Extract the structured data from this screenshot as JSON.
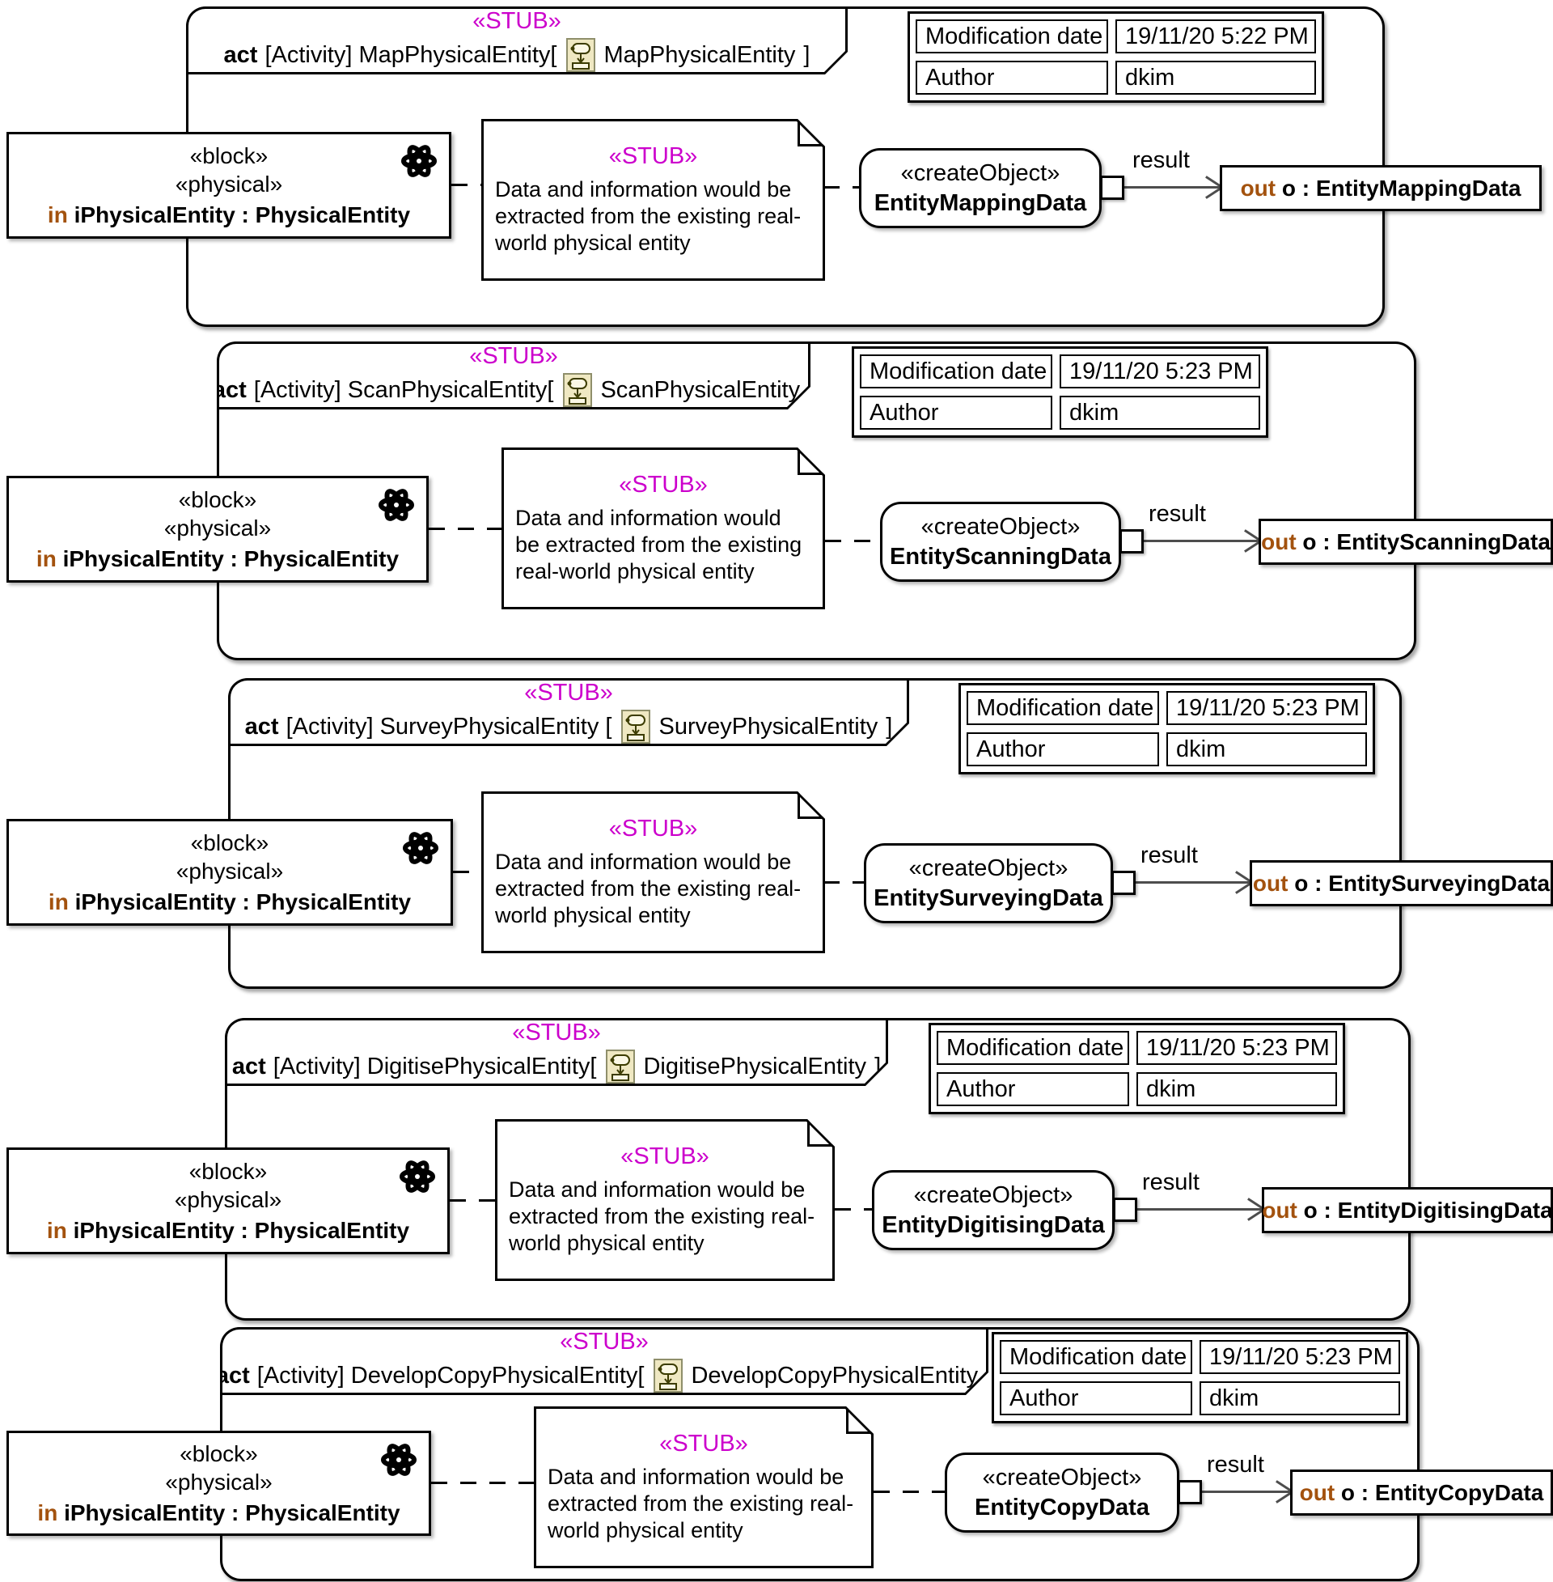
{
  "colors": {
    "stub_magenta": "#CC00CC",
    "direction_keyword_brown": "#A3520E",
    "flow_line_gray": "#4D4D4D",
    "icon_tan": "#EFE8C2"
  },
  "frames": [
    {
      "stub": "«STUB»",
      "title": {
        "keyword": "act",
        "body": "[Activity] MapPhysicalEntity[",
        "diagram": "MapPhysicalEntity",
        "close": "]"
      },
      "info": {
        "mod_label": "Modification date",
        "mod_value": "19/11/20 5:22 PM",
        "author_label": "Author",
        "author_value": "dkim"
      },
      "param_in": {
        "stereotype1": "«block»",
        "stereotype2": "«physical»",
        "direction": "in",
        "name": "iPhysicalEntity : PhysicalEntity"
      },
      "note": {
        "stereotype": "«STUB»",
        "text": "Data and information would be extracted from the existing real-world physical entity"
      },
      "action": {
        "stereotype": "«createObject»",
        "name": "EntityMappingData"
      },
      "flow": {
        "label": "result"
      },
      "param_out": {
        "direction": "out",
        "name": "o : EntityMappingData"
      }
    },
    {
      "stub": "«STUB»",
      "title": {
        "keyword": "act",
        "body": "[Activity] ScanPhysicalEntity[",
        "diagram": "ScanPhysicalEntity",
        "close": "]"
      },
      "info": {
        "mod_label": "Modification date",
        "mod_value": "19/11/20 5:23 PM",
        "author_label": "Author",
        "author_value": "dkim"
      },
      "param_in": {
        "stereotype1": "«block»",
        "stereotype2": "«physical»",
        "direction": "in",
        "name": "iPhysicalEntity : PhysicalEntity"
      },
      "note": {
        "stereotype": "«STUB»",
        "text": "Data and information would be extracted from the existing real-world physical entity"
      },
      "action": {
        "stereotype": "«createObject»",
        "name": "EntityScanningData"
      },
      "flow": {
        "label": "result"
      },
      "param_out": {
        "direction": "out",
        "name": "o : EntityScanningData"
      }
    },
    {
      "stub": "«STUB»",
      "title": {
        "keyword": "act",
        "body": "[Activity] SurveyPhysicalEntity [",
        "diagram": "SurveyPhysicalEntity",
        "close": "]"
      },
      "info": {
        "mod_label": "Modification date",
        "mod_value": "19/11/20 5:23 PM",
        "author_label": "Author",
        "author_value": "dkim"
      },
      "param_in": {
        "stereotype1": "«block»",
        "stereotype2": "«physical»",
        "direction": "in",
        "name": "iPhysicalEntity : PhysicalEntity"
      },
      "note": {
        "stereotype": "«STUB»",
        "text": "Data and information would be extracted from the existing real-world physical entity"
      },
      "action": {
        "stereotype": "«createObject»",
        "name": "EntitySurveyingData"
      },
      "flow": {
        "label": "result"
      },
      "param_out": {
        "direction": "out",
        "name": "o : EntitySurveyingData"
      }
    },
    {
      "stub": "«STUB»",
      "title": {
        "keyword": "act",
        "body": "[Activity] DigitisePhysicalEntity[",
        "diagram": "DigitisePhysicalEntity",
        "close": "]"
      },
      "info": {
        "mod_label": "Modification date",
        "mod_value": "19/11/20 5:23 PM",
        "author_label": "Author",
        "author_value": "dkim"
      },
      "param_in": {
        "stereotype1": "«block»",
        "stereotype2": "«physical»",
        "direction": "in",
        "name": "iPhysicalEntity : PhysicalEntity"
      },
      "note": {
        "stereotype": "«STUB»",
        "text": "Data and information would be extracted from the existing real-world physical entity"
      },
      "action": {
        "stereotype": "«createObject»",
        "name": "EntityDigitisingData"
      },
      "flow": {
        "label": "result"
      },
      "param_out": {
        "direction": "out",
        "name": "o : EntityDigitisingData"
      }
    },
    {
      "stub": "«STUB»",
      "title": {
        "keyword": "act",
        "body": "[Activity] DevelopCopyPhysicalEntity[",
        "diagram": "DevelopCopyPhysicalEntity",
        "close": "]"
      },
      "info": {
        "mod_label": "Modification date",
        "mod_value": "19/11/20 5:23 PM",
        "author_label": "Author",
        "author_value": "dkim"
      },
      "param_in": {
        "stereotype1": "«block»",
        "stereotype2": "«physical»",
        "direction": "in",
        "name": "iPhysicalEntity : PhysicalEntity"
      },
      "note": {
        "stereotype": "«STUB»",
        "text": "Data and information would be extracted from the existing real-world physical entity"
      },
      "action": {
        "stereotype": "«createObject»",
        "name": "EntityCopyData"
      },
      "flow": {
        "label": "result"
      },
      "param_out": {
        "direction": "out",
        "name": "o : EntityCopyData"
      }
    }
  ]
}
